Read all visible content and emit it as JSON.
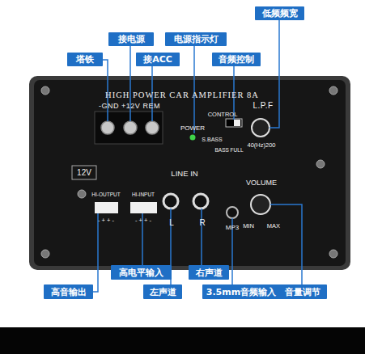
{
  "diagram": {
    "nodes": [
      {
        "text": [
          "低频频宽"
        ]
      },
      {
        "text": [
          "接电源"
        ]
      },
      {
        "text": [
          "电源指示灯"
        ]
      },
      {
        "text": [
          "塔铁"
        ]
      },
      {
        "text": [
          "接ACC"
        ]
      },
      {
        "text": [
          "音频控制"
        ]
      },
      {
        "text": [
          "高电平输入"
        ]
      },
      {
        "text": [
          "右声道"
        ]
      },
      {
        "text": [
          "高音输出"
        ]
      },
      {
        "text": [
          "左声道"
        ]
      },
      {
        "text": [
          "3.5mm音频输入"
        ]
      },
      {
        "text": [
          "音量调节"
        ]
      }
    ],
    "labels": [
      "HIGH POWER CAR AMPLIFIER 8A",
      "-GND +12V REM",
      "POWER",
      "CONTROL",
      "S.BASS",
      "BASS FULL",
      "L.P.F",
      "40(Hz)200",
      "12V",
      "LINE IN",
      "HI-OUTPUT",
      "HI-INPUT",
      "- + + -",
      "- + + -",
      "L",
      "R",
      "MP3",
      "VOLUME",
      "MIN",
      "MAX"
    ]
  }
}
